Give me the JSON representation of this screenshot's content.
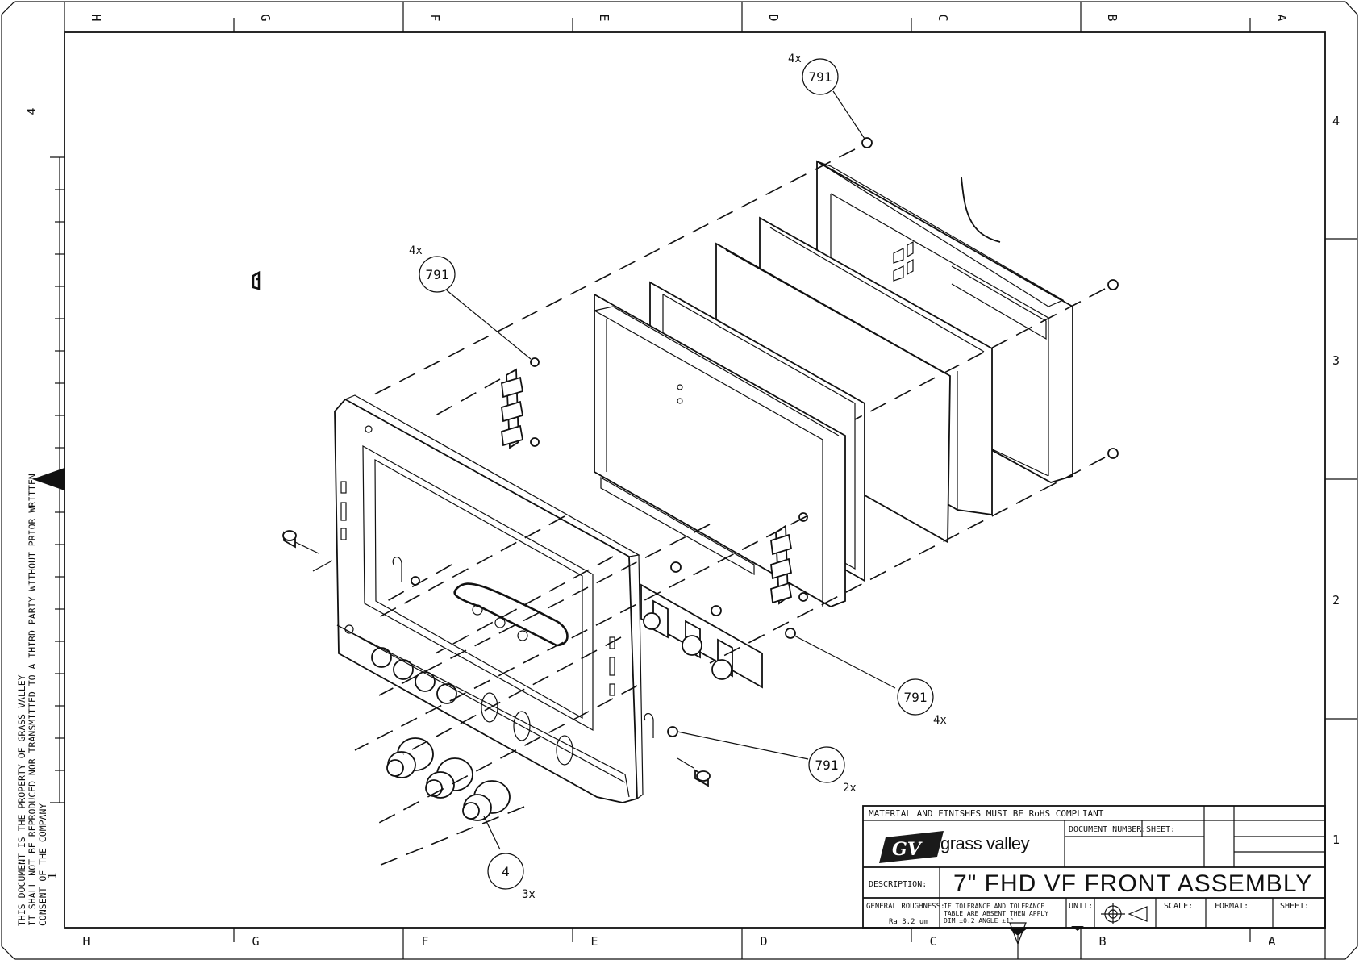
{
  "sheet": {
    "col_letters": [
      "H",
      "G",
      "F",
      "E",
      "D",
      "C",
      "B",
      "A"
    ],
    "row_numbers_right": [
      "4",
      "3",
      "2",
      "1"
    ],
    "row_number_left_top": "4",
    "row_number_left_bottom": "1",
    "side_notice": [
      "THIS DOCUMENT IS THE PROPERTY OF GRASS VALLEY",
      "IT SHALL NOT BE REPRODUCED NOR TRANSMITTED TO A THIRD PARTY WITHOUT PRIOR WRITTEN",
      "CONSENT OF THE COMPANY"
    ]
  },
  "callouts": [
    {
      "number": "791",
      "qty": "4x"
    },
    {
      "number": "791",
      "qty": "4x"
    },
    {
      "number": "791",
      "qty": "4x"
    },
    {
      "number": "791",
      "qty": "2x"
    },
    {
      "number": "4",
      "qty": "3x"
    }
  ],
  "title_block": {
    "rohs_note": "MATERIAL AND FINISHES MUST BE RoHS COMPLIANT",
    "logo_text": "grass valley",
    "logo_mark": "GV",
    "document_number_label": "DOCUMENT NUMBER:",
    "sheet_label_top": "SHEET:",
    "description_label": "DESCRIPTION:",
    "description": "7\" FHD VF FRONT ASSEMBLY",
    "roughness_label": "GENERAL ROUGHNESS:",
    "roughness_value": "Ra 3.2 um",
    "tolerance_note": [
      "IF TOLERANCE AND TOLERANCE",
      "TABLE ARE ABSENT THEN APPLY",
      "DIM ±0.2   ANGLE ±1°"
    ],
    "unit_label": "UNIT:",
    "scale_label": "SCALE:",
    "format_label": "FORMAT:",
    "sheet_label_bottom": "SHEET:"
  }
}
